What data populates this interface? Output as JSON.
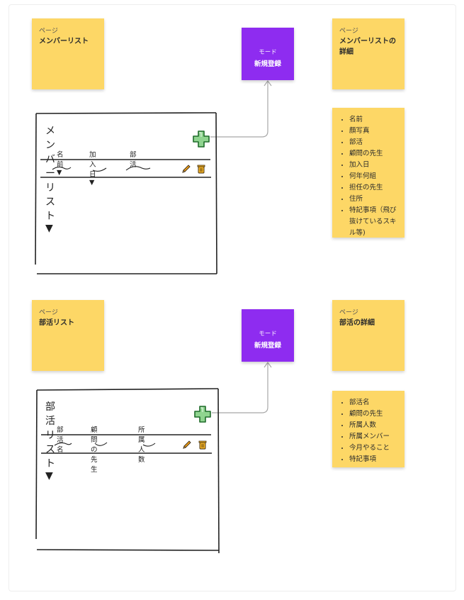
{
  "section1": {
    "page_note": {
      "line1": "ページ",
      "line2": "メンバーリスト"
    },
    "mode_button": {
      "line1": "モード",
      "line2": "新規登録"
    },
    "detail_note": {
      "line1": "ページ",
      "line2": "メンバーリストの詳細"
    },
    "fields": [
      "名前",
      "顔写真",
      "部活",
      "顧問の先生",
      "加入日",
      "何年何組",
      "担任の先生",
      "住所",
      "特記事項（飛び抜けているスキル等)"
    ],
    "mockup": {
      "title": "メンバーリスト▼",
      "columns": [
        "名前 ▼",
        "加入日 ▼",
        "部活"
      ]
    }
  },
  "section2": {
    "page_note": {
      "line1": "ページ",
      "line2": "部活リスト"
    },
    "mode_button": {
      "line1": "モード",
      "line2": "新規登録"
    },
    "detail_note": {
      "line1": "ページ",
      "line2": "部活の詳細"
    },
    "fields": [
      "部活名",
      "顧問の先生",
      "所属人数",
      "所属メンバー",
      "今月やること",
      "特記事項"
    ],
    "mockup": {
      "title": "部活リスト▼",
      "columns": [
        "部活名",
        "顧問の先生",
        "所属人数"
      ]
    }
  },
  "icons": {
    "add": "plus-icon",
    "edit": "pencil-icon",
    "delete": "trash-icon"
  },
  "colors": {
    "sticky": "#fdd766",
    "mode": "#8e2cf0",
    "plus_fill": "#8fd48f",
    "plus_stroke": "#1f6b2a"
  }
}
